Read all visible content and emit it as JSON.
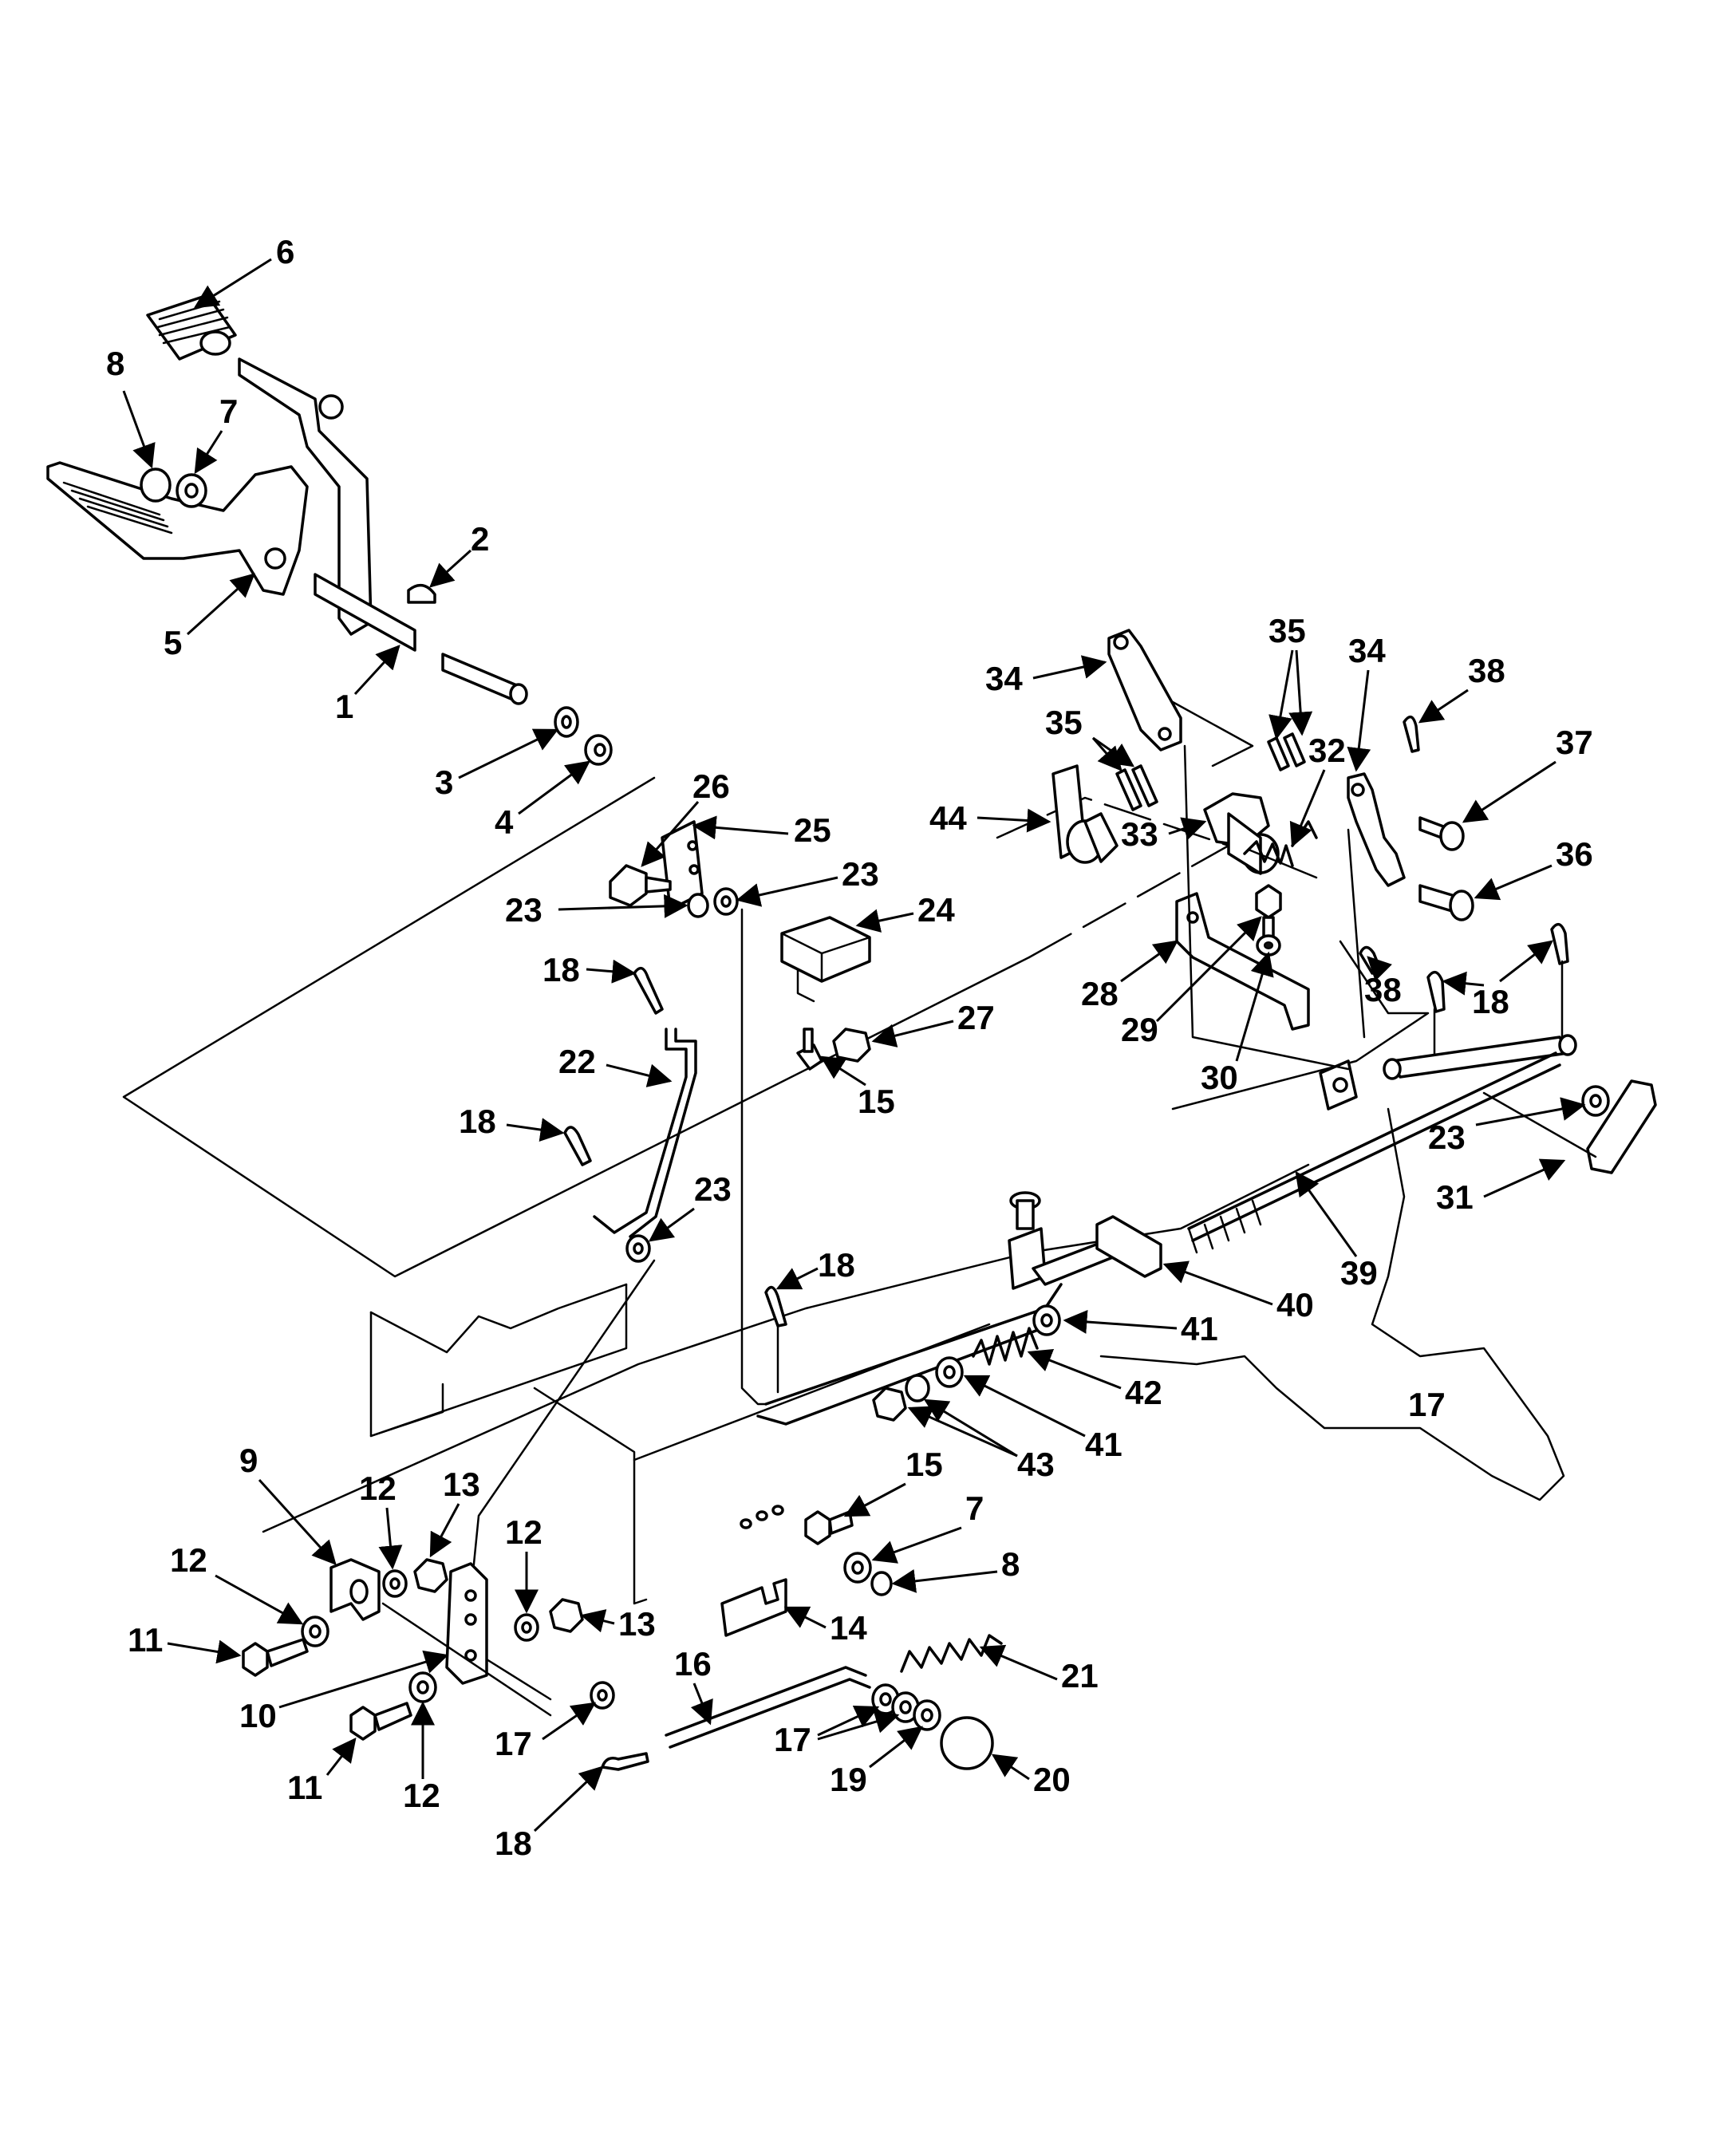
{
  "callouts": {
    "c6": "6",
    "c8a": "8",
    "c7a": "7",
    "c2": "2",
    "c5": "5",
    "c1": "1",
    "c3": "3",
    "c4": "4",
    "c26": "26",
    "c25": "25",
    "c23a": "23",
    "c24": "24",
    "c23b": "23",
    "c18a": "18",
    "c27": "27",
    "c15a": "15",
    "c22": "22",
    "c18b": "18",
    "c23c": "23",
    "c34a": "34",
    "c35a": "35",
    "c34b": "34",
    "c38a": "38",
    "c35b": "35",
    "c32": "32",
    "c37": "37",
    "c44": "44",
    "c33": "33",
    "c36": "36",
    "c28": "28",
    "c38b": "38",
    "c18c": "18",
    "c29": "29",
    "c30": "30",
    "c23d": "23",
    "c31": "31",
    "c39": "39",
    "c40": "40",
    "c18d": "18",
    "c41a": "41",
    "c42": "42",
    "c41b": "41",
    "c43": "43",
    "c17a": "17",
    "c9": "9",
    "c12a": "12",
    "c13a": "13",
    "c12b": "12",
    "c12c": "12",
    "c13b": "13",
    "c15b": "15",
    "c7b": "7",
    "c8b": "8",
    "c14": "14",
    "c11a": "11",
    "c10": "10",
    "c11b": "11",
    "c12d": "12",
    "c16": "16",
    "c21": "21",
    "c17b": "17",
    "c17c": "17",
    "c19": "19",
    "c20": "20",
    "c18e": "18"
  }
}
